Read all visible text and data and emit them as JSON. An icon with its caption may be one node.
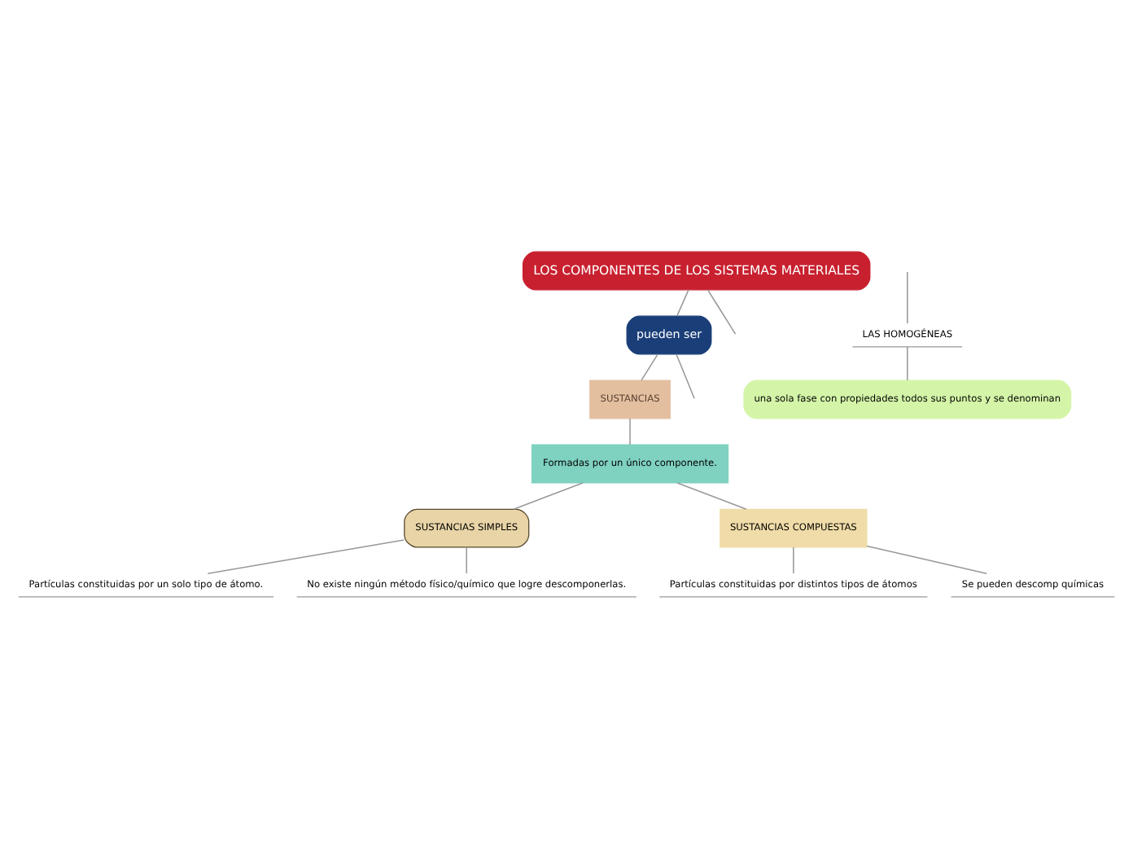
{
  "diagram": {
    "nodes": [
      {
        "text": [
          "LOS COMPONENTES DE LOS SISTEMAS MATERIALES"
        ]
      },
      {
        "text": [
          "pueden ser"
        ]
      },
      {
        "text": [
          "SUSTANCIAS"
        ]
      },
      {
        "text": [
          "Formadas por un único componente."
        ]
      },
      {
        "text": [
          "SUSTANCIAS SIMPLES"
        ]
      },
      {
        "text": [
          "SUSTANCIAS COMPUESTAS"
        ]
      },
      {
        "text": [
          "Partículas constituidas por un solo tipo de átomo."
        ]
      },
      {
        "text": [
          "No existe ningún método físico/químico que logre descomponerlas."
        ]
      },
      {
        "text": [
          "Partículas constituidas por distintos tipos de átomos"
        ]
      },
      {
        "text": [
          "Se pueden descomp químicas"
        ]
      },
      {
        "text": [
          "LAS HOMOGÉNEAS"
        ]
      },
      {
        "text": [
          "una sola fase con propiedades todos sus puntos y se denominan"
        ]
      }
    ],
    "edges": [
      {
        "from": 0,
        "to": 1,
        "arrow": "none"
      },
      {
        "from": 0,
        "to": null,
        "arrow": "none"
      },
      {
        "from": 1,
        "to": null,
        "arrow": "none"
      },
      {
        "from": 1,
        "to": 2,
        "arrow": "none"
      },
      {
        "from": null,
        "to": 10,
        "arrow": "none"
      },
      {
        "from": 10,
        "to": 11,
        "arrow": "none"
      },
      {
        "from": 2,
        "to": 3,
        "arrow": "none"
      },
      {
        "from": 3,
        "to": 4,
        "arrow": "none"
      },
      {
        "from": 3,
        "to": 5,
        "arrow": "none"
      },
      {
        "from": 4,
        "to": 6,
        "arrow": "none"
      },
      {
        "from": 4,
        "to": 7,
        "arrow": "none"
      },
      {
        "from": 5,
        "to": 8,
        "arrow": "none"
      },
      {
        "from": 5,
        "to": 9,
        "arrow": "none"
      }
    ]
  }
}
